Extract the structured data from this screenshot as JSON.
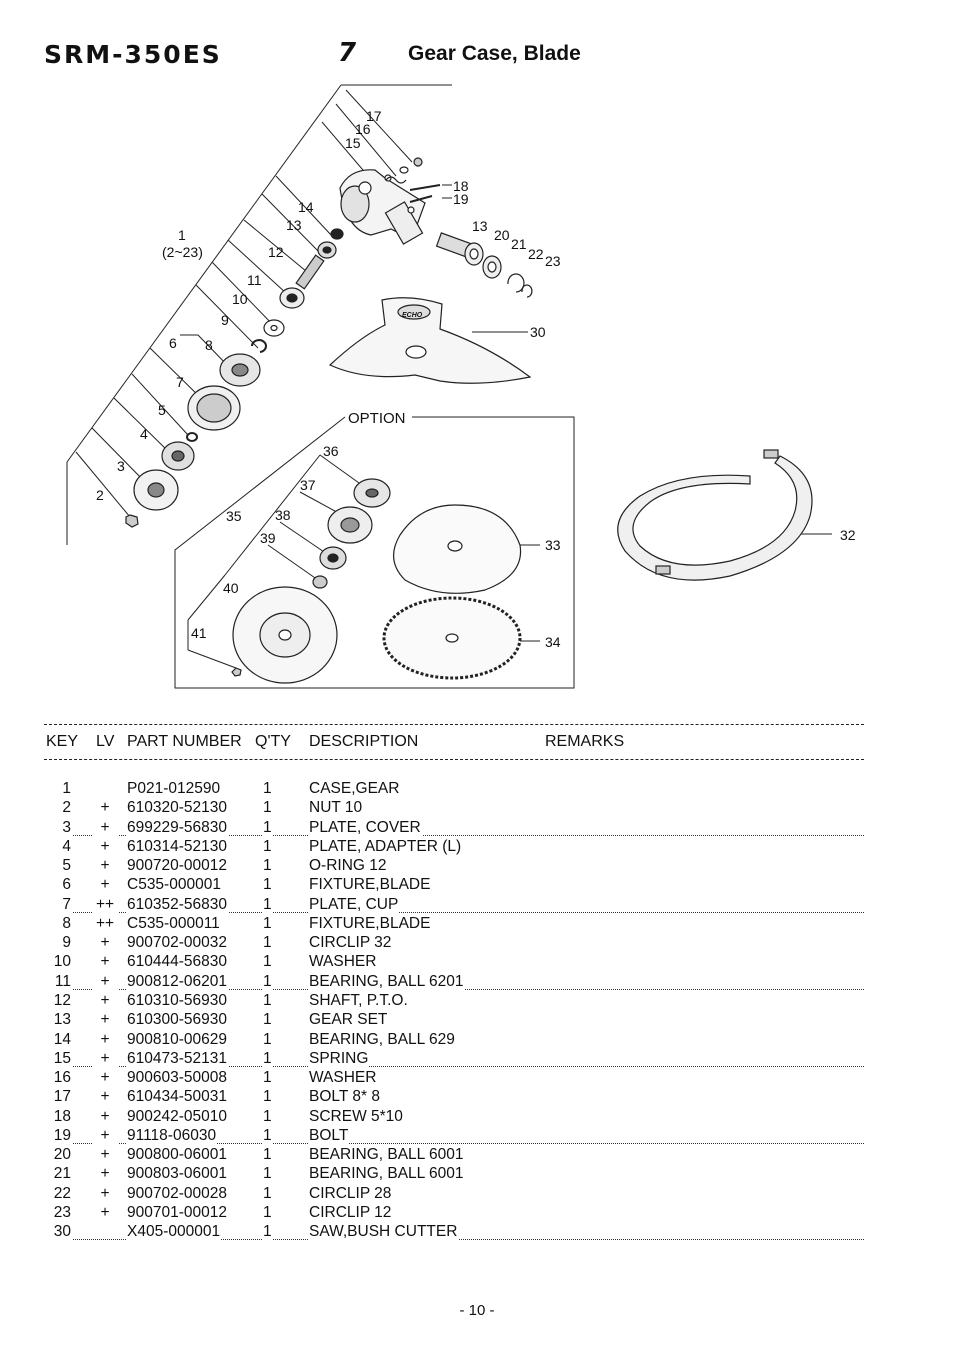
{
  "header": {
    "model": "SRM-350ES",
    "section_number": "7",
    "section_title": "Gear Case, Blade"
  },
  "diagram": {
    "callouts": [
      "1",
      "(2~23)",
      "2",
      "3",
      "4",
      "5",
      "6",
      "7",
      "8",
      "9",
      "10",
      "11",
      "12",
      "13",
      "13",
      "14",
      "15",
      "16",
      "17",
      "18",
      "19",
      "20",
      "21",
      "22",
      "23",
      "30",
      "32",
      "33",
      "34",
      "35",
      "36",
      "37",
      "38",
      "39",
      "40",
      "41"
    ],
    "option_label": "OPTION",
    "blade_logo_text": "ECHO"
  },
  "table": {
    "headers": {
      "key": "KEY",
      "lv": "LV",
      "part_number": "PART NUMBER",
      "qty": "Q'TY",
      "description": "DESCRIPTION",
      "remarks": "REMARKS"
    },
    "rows": [
      {
        "key": "1",
        "lv": "",
        "part_number": "P021-012590",
        "qty": "1",
        "description": "CASE,GEAR"
      },
      {
        "key": "2",
        "lv": "+",
        "part_number": "610320-52130",
        "qty": "1",
        "description": "NUT  10"
      },
      {
        "key": "3",
        "lv": "+",
        "part_number": "699229-56830",
        "qty": "1",
        "description": "PLATE, COVER"
      },
      {
        "key": "4",
        "lv": "+",
        "part_number": "610314-52130",
        "qty": "1",
        "description": "PLATE, ADAPTER  (L)"
      },
      {
        "key": "5",
        "lv": "+",
        "part_number": "900720-00012",
        "qty": "1",
        "description": "O-RING  12"
      },
      {
        "key": "6",
        "lv": "+",
        "part_number": "C535-000001",
        "qty": "1",
        "description": "FIXTURE,BLADE"
      },
      {
        "key": "7",
        "lv": "++",
        "part_number": "610352-56830",
        "qty": "1",
        "description": "PLATE, CUP"
      },
      {
        "key": "8",
        "lv": "++",
        "part_number": "C535-000011",
        "qty": "1",
        "description": "FIXTURE,BLADE"
      },
      {
        "key": "9",
        "lv": "+",
        "part_number": "900702-00032",
        "qty": "1",
        "description": "CIRCLIP  32"
      },
      {
        "key": "10",
        "lv": "+",
        "part_number": "610444-56830",
        "qty": "1",
        "description": "WASHER"
      },
      {
        "key": "11",
        "lv": "+",
        "part_number": "900812-06201",
        "qty": "1",
        "description": "BEARING, BALL  6201"
      },
      {
        "key": "12",
        "lv": "+",
        "part_number": "610310-56930",
        "qty": "1",
        "description": "SHAFT, P.T.O."
      },
      {
        "key": "13",
        "lv": "+",
        "part_number": "610300-56930",
        "qty": "1",
        "description": "GEAR SET"
      },
      {
        "key": "14",
        "lv": "+",
        "part_number": "900810-00629",
        "qty": "1",
        "description": "BEARING, BALL  629"
      },
      {
        "key": "15",
        "lv": "+",
        "part_number": "610473-52131",
        "qty": "1",
        "description": "SPRING"
      },
      {
        "key": "16",
        "lv": "+",
        "part_number": "900603-50008",
        "qty": "1",
        "description": "WASHER"
      },
      {
        "key": "17",
        "lv": "+",
        "part_number": "610434-50031",
        "qty": "1",
        "description": "BOLT  8* 8"
      },
      {
        "key": "18",
        "lv": "+",
        "part_number": "900242-05010",
        "qty": "1",
        "description": "SCREW  5*10"
      },
      {
        "key": "19",
        "lv": "+",
        "part_number": "91118-06030",
        "qty": "1",
        "description": "BOLT"
      },
      {
        "key": "20",
        "lv": "+",
        "part_number": "900800-06001",
        "qty": "1",
        "description": "BEARING, BALL  6001"
      },
      {
        "key": "21",
        "lv": "+",
        "part_number": "900803-06001",
        "qty": "1",
        "description": "BEARING, BALL  6001"
      },
      {
        "key": "22",
        "lv": "+",
        "part_number": "900702-00028",
        "qty": "1",
        "description": "CIRCLIP  28"
      },
      {
        "key": "23",
        "lv": "+",
        "part_number": "900701-00012",
        "qty": "1",
        "description": "CIRCLIP  12"
      },
      {
        "key": "30",
        "lv": "",
        "part_number": "X405-000001",
        "qty": "1",
        "description": "SAW,BUSH CUTTER"
      }
    ]
  },
  "footer": {
    "page_number": "- 10 -"
  }
}
